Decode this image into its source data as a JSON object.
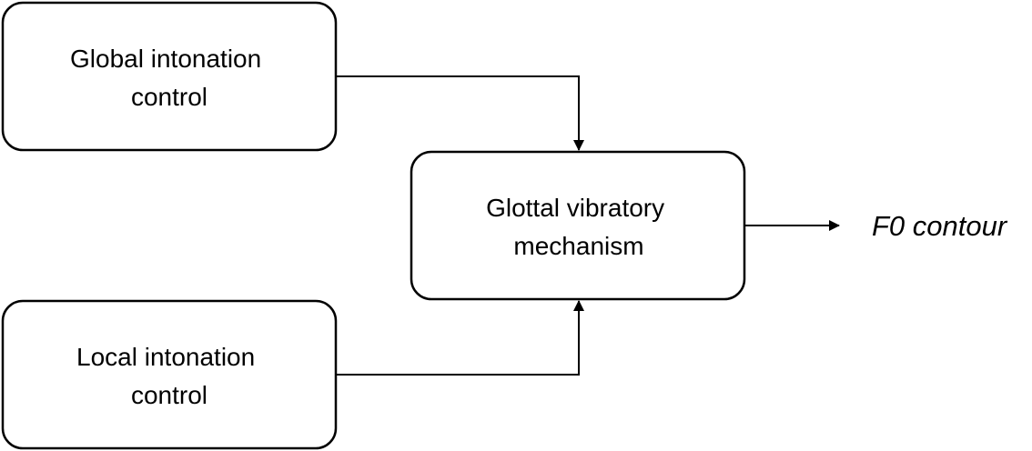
{
  "diagram": {
    "nodes": {
      "global": {
        "line1": "Global intonation",
        "line2": "control"
      },
      "local": {
        "line1": "Local intonation",
        "line2": "control"
      },
      "glottal": {
        "line1": "Glottal vibratory",
        "line2": "mechanism"
      }
    },
    "output": {
      "label": "F0 contour"
    },
    "colors": {
      "stroke": "#000000",
      "fill": "#ffffff",
      "text": "#000000"
    }
  }
}
